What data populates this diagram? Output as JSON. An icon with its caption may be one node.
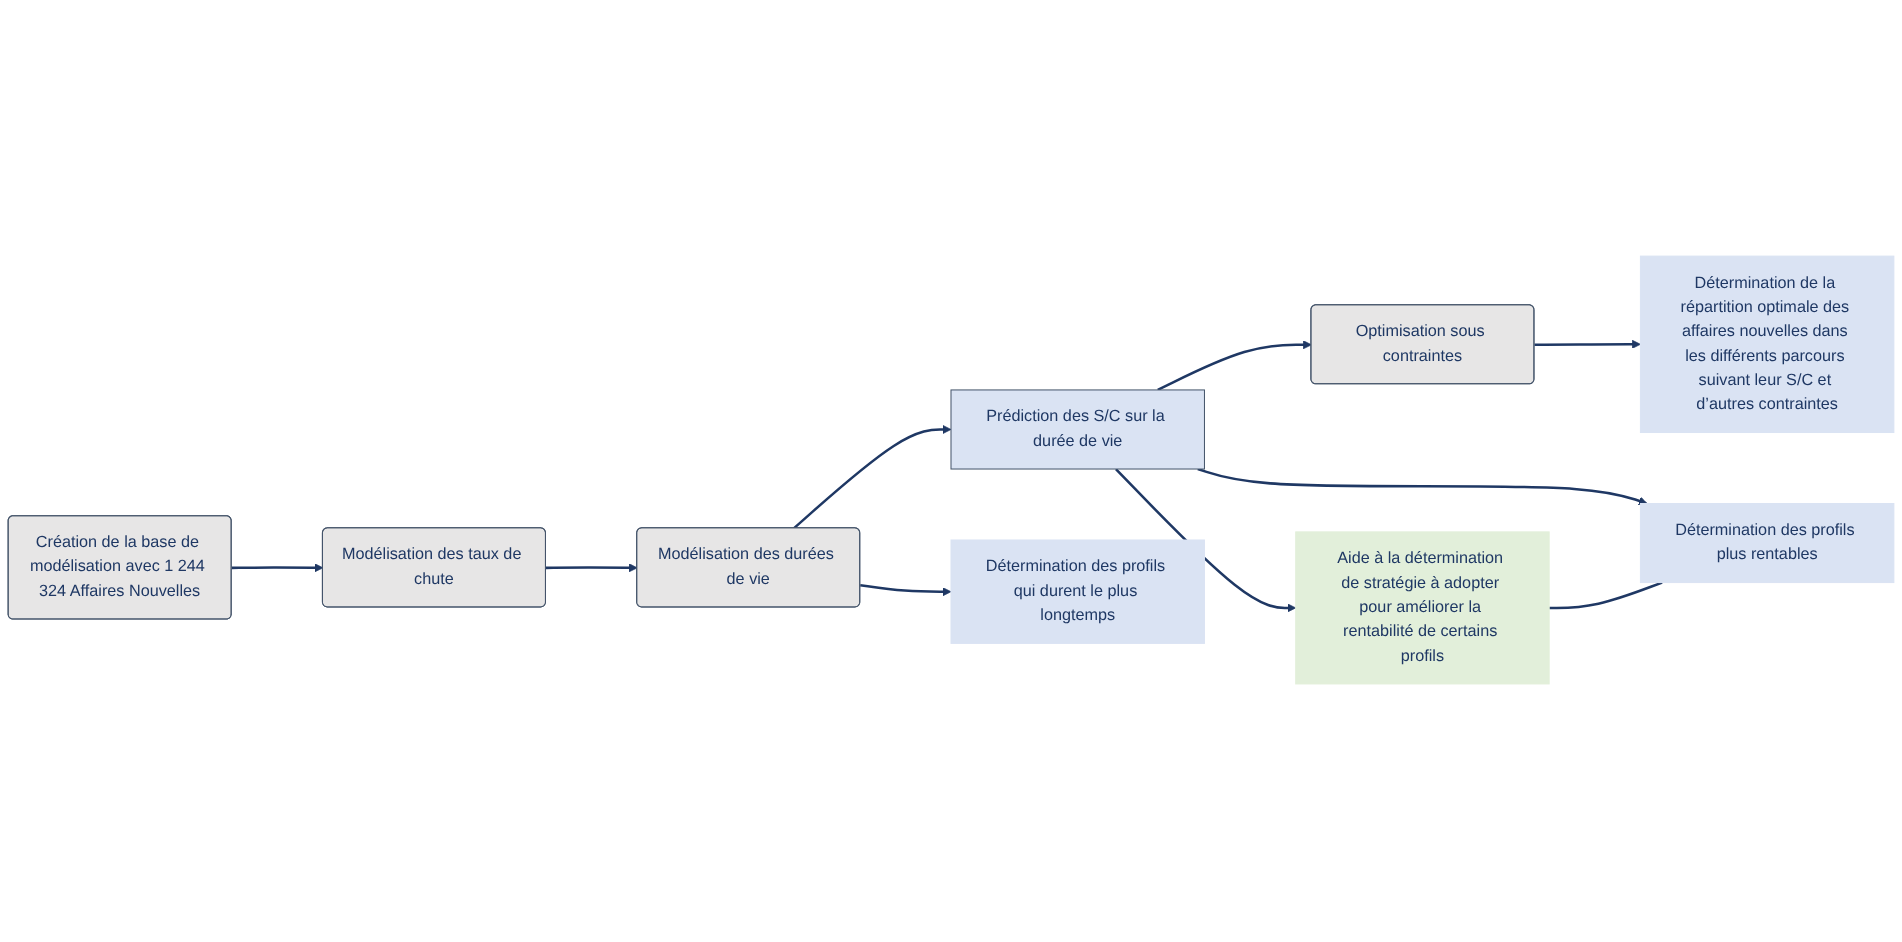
{
  "diagram": {
    "nodes": [
      {
        "text": [
          "Création de la base de modélisation avec 1 244 324 Affaires Nouvelles"
        ]
      },
      {
        "text": [
          "Modélisation des taux de chute"
        ]
      },
      {
        "text": [
          "Modélisation des durées de vie"
        ]
      },
      {
        "text": [
          "Détermination des profils qui durent le plus longtemps"
        ]
      },
      {
        "text": [
          "Prédiction des S/C sur la durée de vie"
        ]
      },
      {
        "text": [
          "Optimisation sous contraintes"
        ]
      },
      {
        "text": [
          "Détermination de la répartition optimale des affaires nouvelles dans les différents parcours suivant leur S/C et d’autres contraintes"
        ]
      },
      {
        "text": [
          "Aide à la détermination de stratégie à adopter pour améliorer la rentabilité de certains profils"
        ]
      },
      {
        "text": [
          "Détermination des profils plus rentables"
        ]
      }
    ],
    "edges": [
      {
        "from": 0,
        "to": 1,
        "arrow": "to"
      },
      {
        "from": 1,
        "to": 2,
        "arrow": "to"
      },
      {
        "from": 2,
        "to": 3,
        "arrow": "to"
      },
      {
        "from": 2,
        "to": 4,
        "arrow": "to"
      },
      {
        "from": 4,
        "to": 5,
        "arrow": "to"
      },
      {
        "from": 5,
        "to": 6,
        "arrow": "to"
      },
      {
        "from": 4,
        "to": 7,
        "arrow": "to"
      },
      {
        "from": 4,
        "to": 8,
        "arrow": "to"
      },
      {
        "from": 7,
        "to": 8,
        "arrow": "none"
      }
    ]
  }
}
